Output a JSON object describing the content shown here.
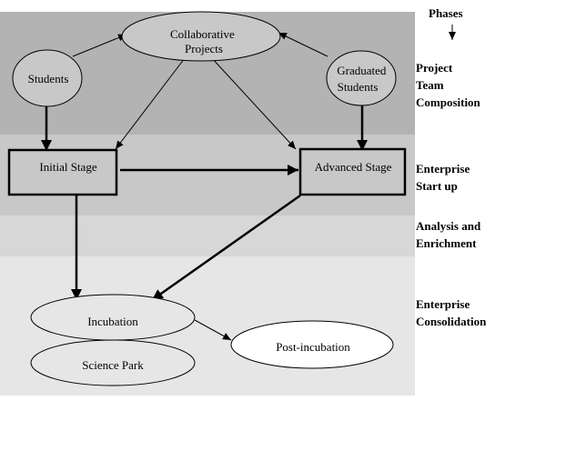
{
  "phases_header": "Phases",
  "phases": [
    {
      "lines": [
        "Project",
        "Team",
        "Composition"
      ]
    },
    {
      "lines": [
        "Enterprise",
        "Start up"
      ]
    },
    {
      "lines": [
        "Analysis and",
        "Enrichment"
      ]
    },
    {
      "lines": [
        "Enterprise",
        "Consolidation"
      ]
    }
  ],
  "nodes": {
    "collaborative": [
      "Collaborative",
      "Projects"
    ],
    "students": [
      "Students"
    ],
    "graduated": [
      "Graduated",
      "Students"
    ],
    "initial": [
      "Initial Stage"
    ],
    "advanced": [
      "Advanced Stage"
    ],
    "incubation": [
      "Incubation"
    ],
    "science_park": [
      "Science Park"
    ],
    "post_incubation": [
      "Post-incubation"
    ]
  },
  "colors": {
    "band_team": "#b3b3b3",
    "band_startup": "#c8c8c8",
    "band_analysis": "#d7d7d7",
    "band_consolidation": "#e6e6e6"
  }
}
